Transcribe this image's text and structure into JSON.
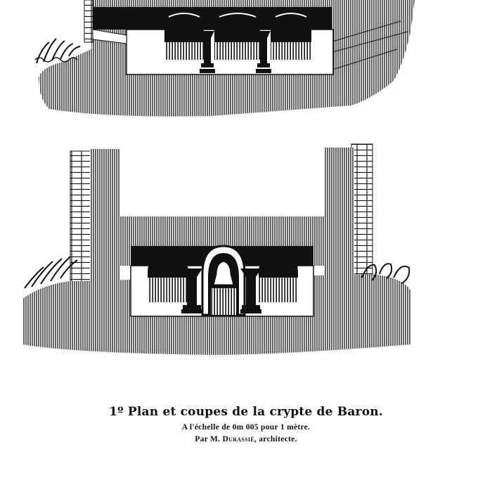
{
  "page": {
    "background": "#ffffff",
    "ink": "#111111"
  },
  "figures": [
    {
      "id": "section-top",
      "description": "Engraved cross-section of a crypt with three round arches on two columns, set within hatched earth with vegetation on left",
      "arches": 3,
      "columns": 2
    },
    {
      "id": "section-bottom",
      "description": "Engraved cross-section of the crypt with flanking masonry walls, two side arches and a central arched niche with bell-shaped object, hatched earth and vegetation on both sides",
      "arches": 3,
      "columns": 2
    }
  ],
  "caption": {
    "title": "1º Plan et coupes de la crypte de Baron.",
    "scale_line": "A l'échelle de 0m 005 pour 1 mètre.",
    "author_prefix": "Par M. ",
    "author_name": "Durassié",
    "author_suffix": ", architecte."
  }
}
